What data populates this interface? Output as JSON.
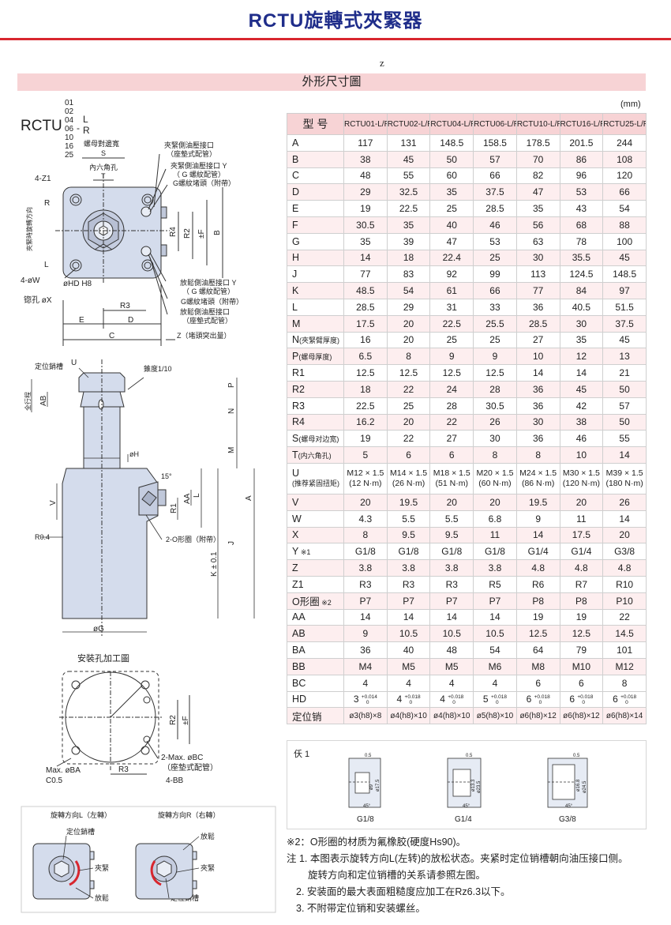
{
  "header": {
    "title": "RCTU旋轉式夾緊器",
    "marker": "z",
    "section": "外形尺寸圖",
    "unit": "(mm)"
  },
  "model_code": {
    "prefix": "RCTU",
    "sizes": [
      "01",
      "02",
      "04",
      "06",
      "10",
      "16",
      "25"
    ],
    "suffix_l": "L",
    "suffix_r": "R",
    "dash": "-"
  },
  "top_view_labels": {
    "nut_width": "螺母對邊寬",
    "s": "S",
    "hex_hole": "內六角孔",
    "t": "T",
    "clamp_port": "夾緊側油壓接口",
    "seat_type": "（座墊式配管）",
    "clamp_port_y": "夾緊側油壓接口 Y",
    "g_thread": "（ G 螺紋配管）",
    "g_plug": "G螺紋堵頭（附帶）",
    "z1": "4-Z1",
    "r": "R",
    "l": "L",
    "direction": "夾緊時旋轉方向",
    "w_holes": "4-øW",
    "x_counterbore": "锪孔 øX",
    "hd": "øHD H8",
    "unclamp_port_y": "放鬆側油壓接口 Y",
    "g_thread2": "（ G 螺紋配管）",
    "g_plug2": "G螺紋堵頭（附帶）",
    "unclamp_port": "放鬆側油壓接口",
    "seat_type2": "（座墊式配管）",
    "r3": "R3",
    "e": "E",
    "d": "D",
    "c": "C",
    "z_plug": "Z（堵頭突出量）",
    "r4": "R4",
    "r2": "R2",
    "f": "±F",
    "b": "B"
  },
  "side_view_labels": {
    "pin": "定位銷槽",
    "u": "U",
    "taper": "錐度1/10",
    "stroke": "全行程",
    "ab": "AB",
    "p": "P",
    "n": "N",
    "m": "M",
    "h": "øH",
    "angle": "15°",
    "v": "V",
    "aa": "AA",
    "r1": "R1",
    "l": "L",
    "a": "A",
    "r04": "R0.4",
    "oring": "2-O形圈（附帶）",
    "j": "J",
    "k": "K ± 0.1",
    "g": "øG"
  },
  "mount_labels": {
    "title": "安裝孔加工圖",
    "r2": "R2",
    "f": "±F",
    "bc": "2-Max. øBC",
    "seat": "（座墊式配管）",
    "ba": "Max. øBA",
    "c05": "C0.5",
    "r3": "R3",
    "bb": "4-BB"
  },
  "rotation_labels": {
    "left_title": "旋轉方向L（左轉）",
    "right_title": "旋轉方向R（右轉）",
    "pin_groove": "定位銷槽",
    "release": "放鬆",
    "clamp": "夾緊"
  },
  "table": {
    "corner": "型 号",
    "models": [
      "RCTU01-",
      "RCTU02-",
      "RCTU04-",
      "RCTU06-",
      "RCTU10-",
      "RCTU16-",
      "RCTU25-"
    ],
    "model_suffix": "L/R",
    "rows": [
      {
        "label": "A",
        "sub": "",
        "values": [
          "117",
          "131",
          "148.5",
          "158.5",
          "178.5",
          "201.5",
          "244"
        ]
      },
      {
        "label": "B",
        "sub": "",
        "values": [
          "38",
          "45",
          "50",
          "57",
          "70",
          "86",
          "108"
        ]
      },
      {
        "label": "C",
        "sub": "",
        "values": [
          "48",
          "55",
          "60",
          "66",
          "82",
          "96",
          "120"
        ]
      },
      {
        "label": "D",
        "sub": "",
        "values": [
          "29",
          "32.5",
          "35",
          "37.5",
          "47",
          "53",
          "66"
        ]
      },
      {
        "label": "E",
        "sub": "",
        "values": [
          "19",
          "22.5",
          "25",
          "28.5",
          "35",
          "43",
          "54"
        ]
      },
      {
        "label": "F",
        "sub": "",
        "values": [
          "30.5",
          "35",
          "40",
          "46",
          "56",
          "68",
          "88"
        ]
      },
      {
        "label": "G",
        "sub": "",
        "values": [
          "35",
          "39",
          "47",
          "53",
          "63",
          "78",
          "100"
        ]
      },
      {
        "label": "H",
        "sub": "",
        "values": [
          "14",
          "18",
          "22.4",
          "25",
          "30",
          "35.5",
          "45"
        ]
      },
      {
        "label": "J",
        "sub": "",
        "values": [
          "77",
          "83",
          "92",
          "99",
          "113",
          "124.5",
          "148.5"
        ]
      },
      {
        "label": "K",
        "sub": "",
        "values": [
          "48.5",
          "54",
          "61",
          "66",
          "77",
          "84",
          "97"
        ]
      },
      {
        "label": "L",
        "sub": "",
        "values": [
          "28.5",
          "29",
          "31",
          "33",
          "36",
          "40.5",
          "51.5"
        ]
      },
      {
        "label": "M",
        "sub": "",
        "values": [
          "17.5",
          "20",
          "22.5",
          "25.5",
          "28.5",
          "30",
          "37.5"
        ]
      },
      {
        "label": "N",
        "sub": "夾緊臂厚度",
        "values": [
          "16",
          "20",
          "25",
          "25",
          "27",
          "35",
          "45"
        ]
      },
      {
        "label": "P",
        "sub": "螺母厚度",
        "values": [
          "6.5",
          "8",
          "9",
          "9",
          "10",
          "12",
          "13"
        ]
      },
      {
        "label": "R1",
        "sub": "",
        "values": [
          "12.5",
          "12.5",
          "12.5",
          "12.5",
          "14",
          "14",
          "21"
        ]
      },
      {
        "label": "R2",
        "sub": "",
        "values": [
          "18",
          "22",
          "24",
          "28",
          "36",
          "45",
          "50"
        ]
      },
      {
        "label": "R3",
        "sub": "",
        "values": [
          "22.5",
          "25",
          "28",
          "30.5",
          "36",
          "42",
          "57"
        ]
      },
      {
        "label": "R4",
        "sub": "",
        "values": [
          "16.2",
          "20",
          "22",
          "26",
          "30",
          "38",
          "50"
        ]
      },
      {
        "label": "S",
        "sub": "螺母对边宽",
        "values": [
          "19",
          "22",
          "27",
          "30",
          "36",
          "46",
          "55"
        ]
      },
      {
        "label": "T",
        "sub": "内六角孔",
        "values": [
          "5",
          "6",
          "6",
          "8",
          "8",
          "10",
          "14"
        ]
      }
    ],
    "u_row": {
      "label": "U",
      "sub": "推荐紧固扭矩",
      "values": [
        "M12 × 1.5",
        "M14 × 1.5",
        "M18 × 1.5",
        "M20 × 1.5",
        "M24 × 1.5",
        "M30 × 1.5",
        "M39 × 1.5"
      ],
      "torques": [
        "(12 N·m)",
        "(26 N·m)",
        "(51 N·m)",
        "(60 N·m)",
        "(86 N·m)",
        "(120 N·m)",
        "(180 N·m)"
      ]
    },
    "rows2": [
      {
        "label": "V",
        "sub": "",
        "values": [
          "20",
          "19.5",
          "20",
          "20",
          "19.5",
          "20",
          "26"
        ]
      },
      {
        "label": "W",
        "sub": "",
        "values": [
          "4.3",
          "5.5",
          "5.5",
          "6.8",
          "9",
          "11",
          "14"
        ]
      },
      {
        "label": "X",
        "sub": "",
        "values": [
          "8",
          "9.5",
          "9.5",
          "11",
          "14",
          "17.5",
          "20"
        ]
      },
      {
        "label": "Y",
        "sub": "※1",
        "values": [
          "G1/8",
          "G1/8",
          "G1/8",
          "G1/8",
          "G1/4",
          "G1/4",
          "G3/8"
        ]
      },
      {
        "label": "Z",
        "sub": "",
        "values": [
          "3.8",
          "3.8",
          "3.8",
          "3.8",
          "4.8",
          "4.8",
          "4.8"
        ]
      },
      {
        "label": "Z1",
        "sub": "",
        "values": [
          "R3",
          "R3",
          "R3",
          "R5",
          "R6",
          "R7",
          "R10"
        ]
      },
      {
        "label": "O形圈",
        "sub": "※2",
        "values": [
          "P7",
          "P7",
          "P7",
          "P7",
          "P8",
          "P8",
          "P10"
        ]
      },
      {
        "label": "AA",
        "sub": "",
        "values": [
          "14",
          "14",
          "14",
          "14",
          "19",
          "19",
          "22"
        ]
      },
      {
        "label": "AB",
        "sub": "",
        "values": [
          "9",
          "10.5",
          "10.5",
          "10.5",
          "12.5",
          "12.5",
          "14.5"
        ]
      },
      {
        "label": "BA",
        "sub": "",
        "values": [
          "36",
          "40",
          "48",
          "54",
          "64",
          "79",
          "101"
        ]
      },
      {
        "label": "BB",
        "sub": "",
        "values": [
          "M4",
          "M5",
          "M5",
          "M6",
          "M8",
          "M10",
          "M12"
        ]
      },
      {
        "label": "BC",
        "sub": "",
        "values": [
          "4",
          "4",
          "4",
          "4",
          "6",
          "6",
          "8"
        ]
      }
    ],
    "hd_row": {
      "label": "HD",
      "values": [
        "3",
        "4",
        "4",
        "5",
        "6",
        "6",
        "6"
      ],
      "tols": [
        "+0.014",
        "+0.018",
        "+0.018",
        "+0.018",
        "+0.018",
        "+0.018",
        "+0.018"
      ],
      "zero": "0"
    },
    "pin_row": {
      "label": "定位销",
      "values": [
        "ø3(h8)×8",
        "ø4(h8)×10",
        "ø4(h8)×10",
        "ø5(h8)×10",
        "ø6(h8)×12",
        "ø6(h8)×12",
        "ø6(h8)×14"
      ]
    }
  },
  "note_box": {
    "label": "仸 1",
    "captions": [
      "G1/8",
      "G1/4",
      "G3/8"
    ],
    "dims": {
      "d1": "0.5",
      "d2": "0.5",
      "d3": "0.5",
      "a1": "ø9",
      "a2": "ø17.5",
      "b1": "ø13.3",
      "b2": "ø23.5",
      "c1": "ø16.8",
      "c2": "ø24.5",
      "ang": "45°"
    }
  },
  "notes": [
    "※2：O形圈的材质为氟橡胶(硬度Hs90)。",
    "注 1. 本图表示旋转方向L(左转)的放松状态。夹紧时定位销槽朝向油压接口侧。",
    "旋转方向和定位销槽的关系请参照左图。",
    "2. 安装面的最大表面粗糙度应加工在Rz6.3以下。",
    "3. 不附带定位销和安装螺丝。"
  ],
  "colors": {
    "title": "#1f2d8a",
    "rule": "#d8262e",
    "bar": "#f7d3d5",
    "part": "#d4dcec",
    "line": "#333333",
    "arrow": "#d8262e"
  }
}
